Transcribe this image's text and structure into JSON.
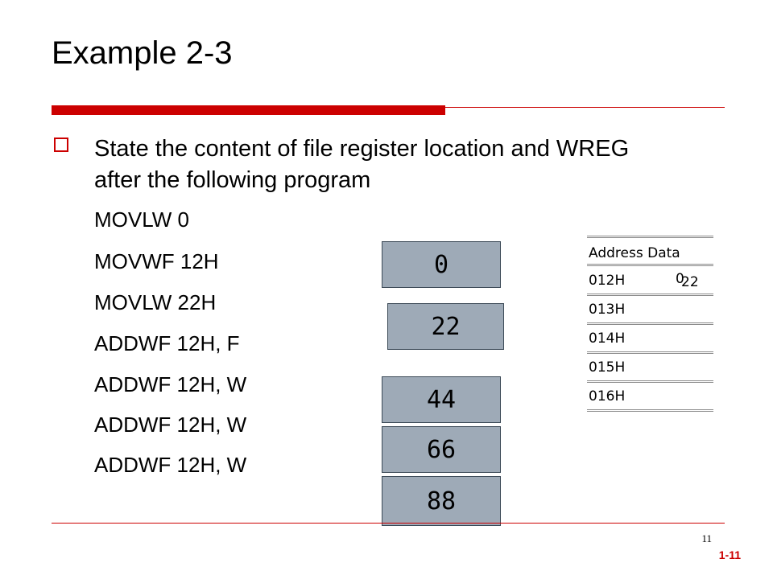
{
  "slide": {
    "title": "Example 2-3",
    "question": "State the content of file register location and WREG after the following program",
    "program": [
      "MOVLW 0",
      "MOVWF 12H",
      "MOVLW 22H",
      "ADDWF 12H, F",
      "ADDWF 12H, W",
      "ADDWF 12H, W",
      "ADDWF 12H, W"
    ],
    "wreg_values": [
      "0",
      "22",
      "44",
      "66",
      "88"
    ],
    "memory_table": {
      "header": "Address Data",
      "rows": [
        {
          "address": "012H",
          "data_old": "0",
          "data_new": "22"
        },
        {
          "address": "013H",
          "data": ""
        },
        {
          "address": "014H",
          "data": ""
        },
        {
          "address": "015H",
          "data": ""
        },
        {
          "address": "016H",
          "data": ""
        }
      ]
    },
    "page_number": "11",
    "slide_id": "1-11",
    "accent_color": "#cc0000",
    "box_color": "#9eaab7"
  }
}
